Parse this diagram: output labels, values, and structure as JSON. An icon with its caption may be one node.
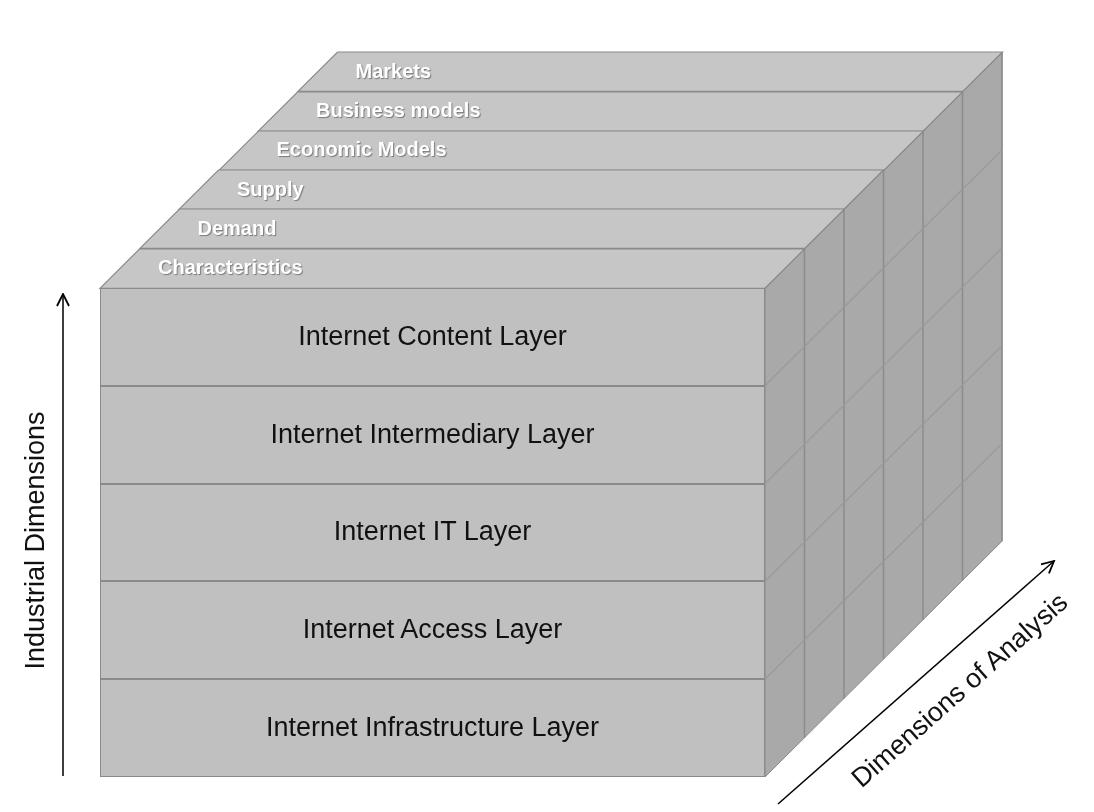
{
  "diagram": {
    "nodes": [
      {
        "text": [
          "Markets"
        ]
      },
      {
        "text": [
          "Business models"
        ]
      },
      {
        "text": [
          "Economic Models"
        ]
      },
      {
        "text": [
          "Supply"
        ]
      },
      {
        "text": [
          "Demand"
        ]
      },
      {
        "text": [
          "Characteristics"
        ]
      },
      {
        "text": [
          "Internet Content Layer"
        ]
      },
      {
        "text": [
          "Internet Intermediary Layer"
        ]
      },
      {
        "text": [
          "Internet IT Layer"
        ]
      },
      {
        "text": [
          "Internet Access Layer"
        ]
      },
      {
        "text": [
          "Internet Infrastructure Layer"
        ]
      }
    ],
    "labels": [
      "Industrial Dimensions",
      "Dimensions of Analysis"
    ]
  }
}
